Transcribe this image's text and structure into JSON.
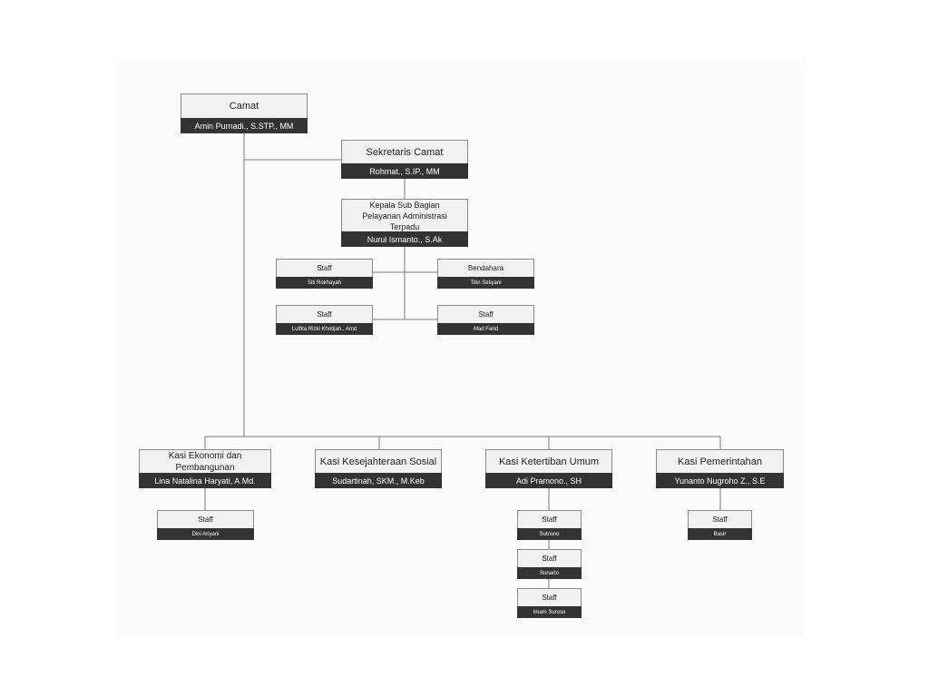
{
  "org": {
    "camat": {
      "title": "Camat",
      "name": "Amin Purnadi., S.STP., MM"
    },
    "sekretaris": {
      "title": "Sekretaris Camat",
      "name": "Rohmat., S.IP., MM"
    },
    "kasubag": {
      "title": "Kepala Sub Bagian Pelayanan Administrasi Terpadu",
      "name": "Nurul Ismanto., S.Ak"
    },
    "kasubag_staff": [
      {
        "title": "Staff",
        "name": "Siti Rokhayah"
      },
      {
        "title": "Bendahara",
        "name": "Titin Setiyani"
      },
      {
        "title": "Staff",
        "name": "Lutfita Rizki Khotijah., Amd"
      },
      {
        "title": "Staff",
        "name": "Mad Farid"
      }
    ],
    "kasi": [
      {
        "title": "Kasi Ekonomi dan Pembangunan",
        "name": "Lina Natalina Haryati, A.Md."
      },
      {
        "title": "Kasi Kesejahteraan Sosial",
        "name": "Sudartinah, SKM., M.Keb"
      },
      {
        "title": "Kasi Ketertiban Umum",
        "name": "Adi Pramono., SH"
      },
      {
        "title": "Kasi Pemerintahan",
        "name": "Yunanto Nugroho Z., S.E"
      }
    ],
    "ekonomi_staff": [
      {
        "title": "Staff",
        "name": "Dini Ariyani"
      }
    ],
    "ketertiban_staff": [
      {
        "title": "Staff",
        "name": "Sutrisno"
      },
      {
        "title": "Staff",
        "name": "Sunarto"
      },
      {
        "title": "Staff",
        "name": "Imam Suroso"
      }
    ],
    "pemerintahan_staff": [
      {
        "title": "Staff",
        "name": "Basir"
      }
    ]
  }
}
